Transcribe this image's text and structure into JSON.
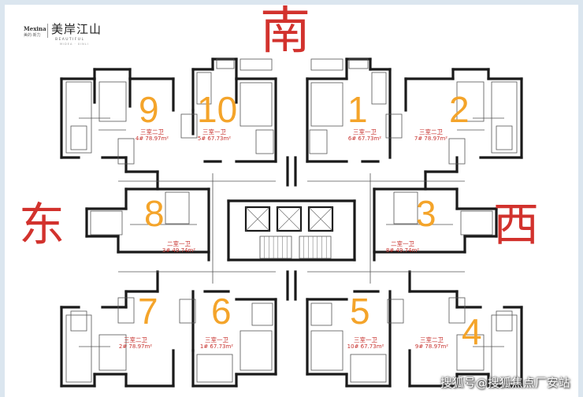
{
  "logo": {
    "brand": "Mexina",
    "brand_sub": "美的·新力",
    "name": "美岸江山",
    "en": "BEAUTIFUL",
    "en_sub": "MIDEA · XINLI"
  },
  "directions": {
    "south": "南",
    "east": "东",
    "west": "西"
  },
  "units": [
    {
      "id": "9",
      "type": "三室二卫",
      "area": "4# 78.97m²"
    },
    {
      "id": "10",
      "type": "三室一卫",
      "area": "5# 67.73m²"
    },
    {
      "id": "1",
      "type": "三室一卫",
      "area": "6# 67.73m²"
    },
    {
      "id": "2",
      "type": "三室二卫",
      "area": "7# 78.97m²"
    },
    {
      "id": "8",
      "type": "二室一卫",
      "area": "3# 49.74m²"
    },
    {
      "id": "3",
      "type": "二室一卫",
      "area": "8# 49.74m²"
    },
    {
      "id": "7",
      "type": "三室二卫",
      "area": "2# 78.97m²"
    },
    {
      "id": "6",
      "type": "三室一卫",
      "area": "1# 67.73m²"
    },
    {
      "id": "5",
      "type": "三室一卫",
      "area": "10# 67.73m²"
    },
    {
      "id": "4",
      "type": "三室二卫",
      "area": "9# 78.97m²"
    }
  ],
  "watermark": "搜狐号@搜狐焦点厂安站",
  "colors": {
    "direction": "#d2322d",
    "unit_number": "#f4a42a",
    "unit_label": "#c7312d",
    "wall": "#1a1a1a"
  }
}
